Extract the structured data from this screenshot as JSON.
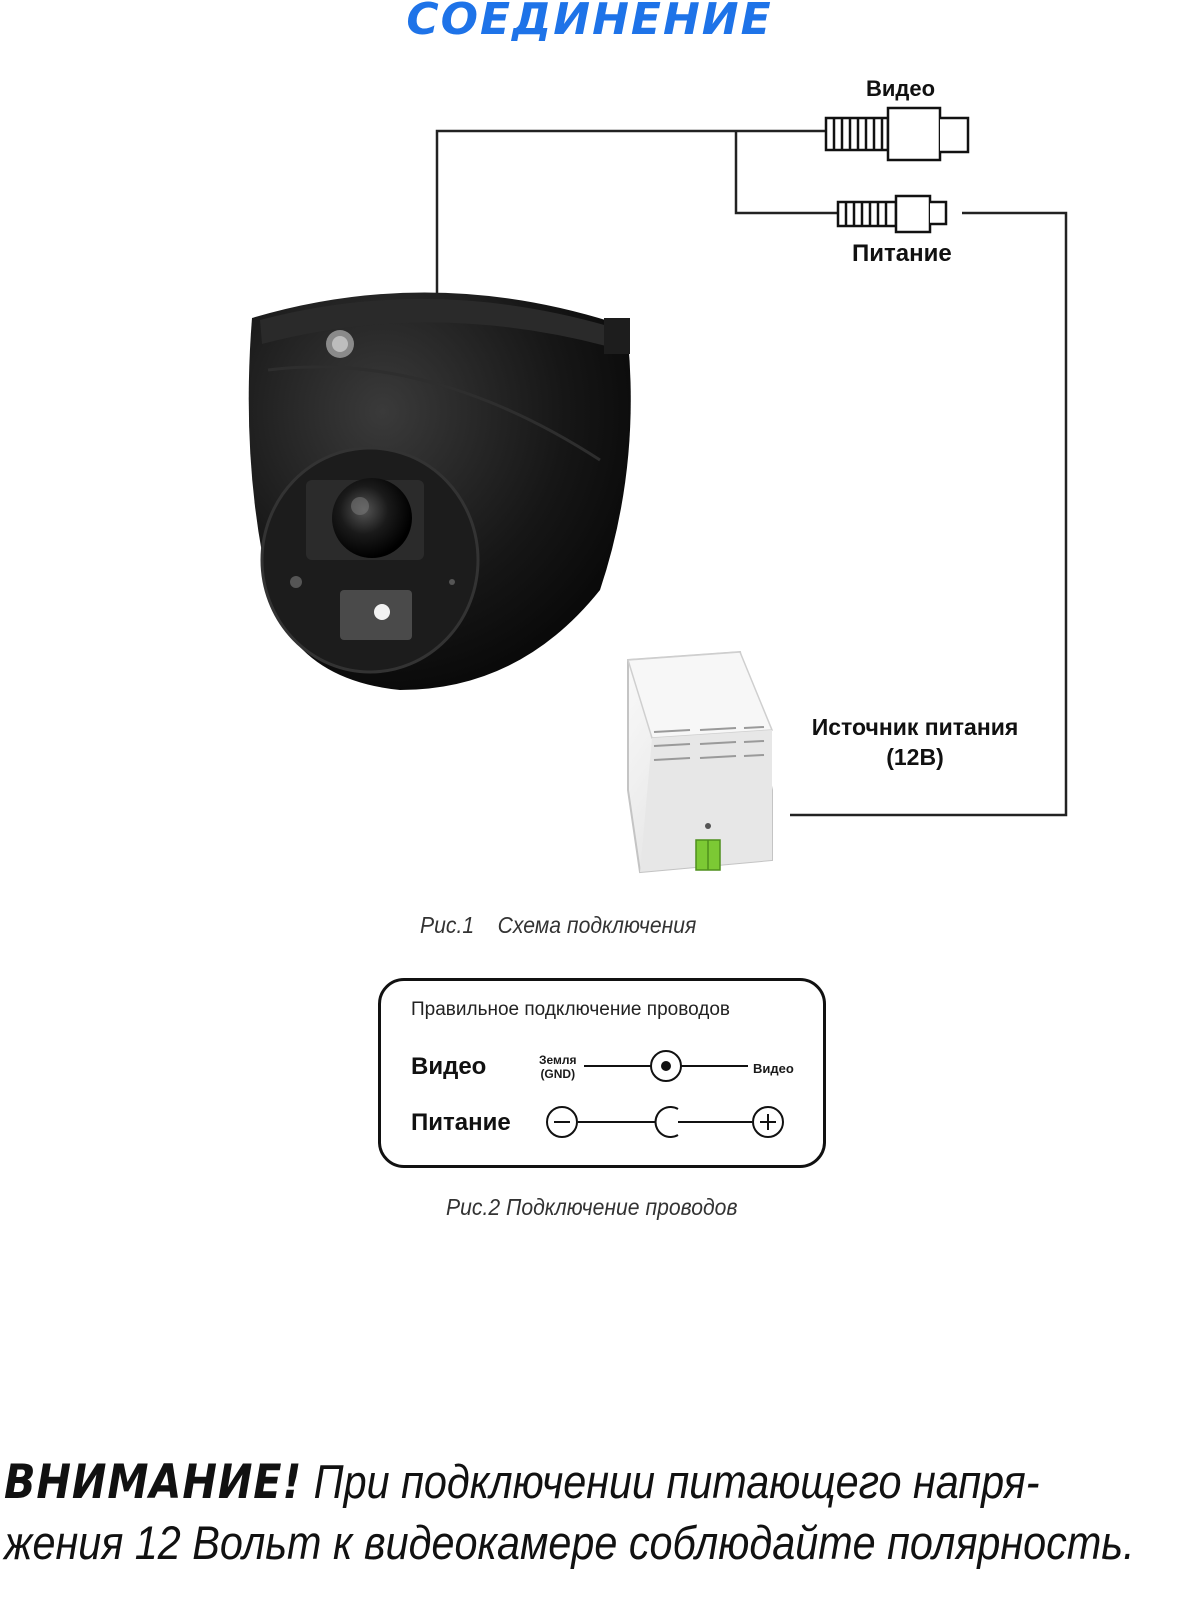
{
  "page_title": "СОЕДИНЕНИЕ",
  "figure1": {
    "label_video": "Видео",
    "label_power": "Питание",
    "label_psu_line1": "Источник питания",
    "label_psu_line2": "(12В)",
    "caption": "Рис.1    Схема подключения"
  },
  "figure2": {
    "title": "Правильное подключение проводов",
    "row_video": "Видео",
    "row_power": "Питание",
    "gnd_line1": "Земля",
    "gnd_line2": "(GND)",
    "video_pin": "Видео",
    "caption": "Рис.2 Подключение проводов"
  },
  "warning": {
    "emphasis": "ВНИМАНИЕ!",
    "line1": " При подключении питающего напря-",
    "line2": "жения 12 Вольт к видеокамере соблюдайте полярность."
  },
  "colors": {
    "title": "#1e73e8",
    "camera": "#141414",
    "psu": "#eeeeee",
    "terminal": "#7cc934"
  }
}
